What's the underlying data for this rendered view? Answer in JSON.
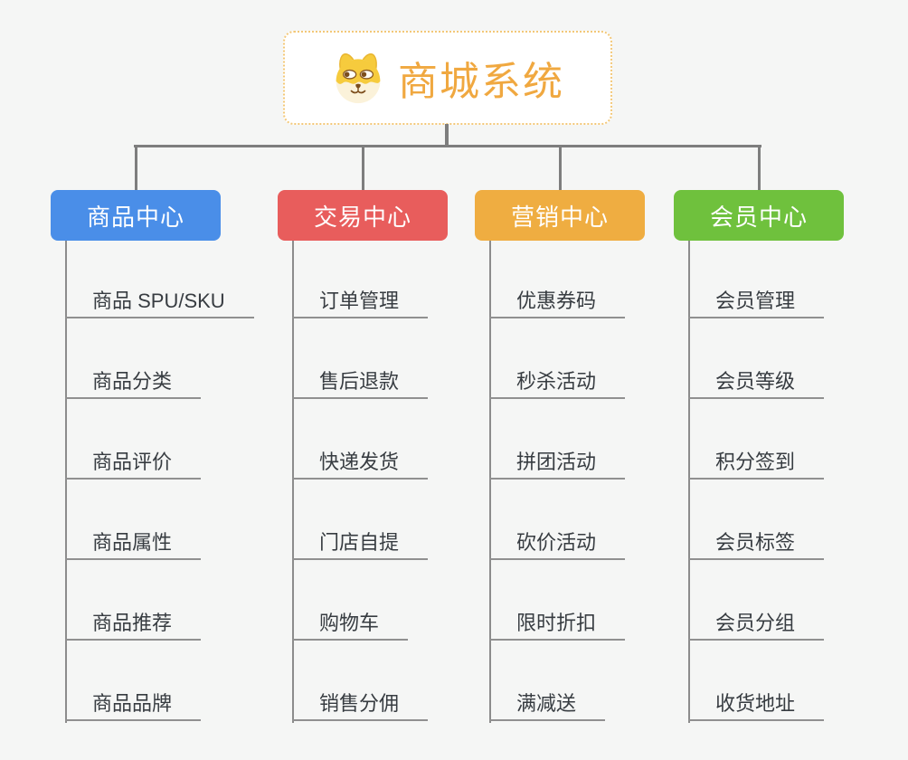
{
  "root": {
    "title": "商城系统",
    "icon": "dog-face-icon"
  },
  "branches": [
    {
      "label": "商品中心",
      "color": "#4A8EE8",
      "items": [
        "商品 SPU/SKU",
        "商品分类",
        "商品评价",
        "商品属性",
        "商品推荐",
        "商品品牌"
      ]
    },
    {
      "label": "交易中心",
      "color": "#E85D5C",
      "items": [
        "订单管理",
        "售后退款",
        "快递发货",
        "门店自提",
        "购物车",
        "销售分佣"
      ]
    },
    {
      "label": "营销中心",
      "color": "#EFAD41",
      "items": [
        "优惠券码",
        "秒杀活动",
        "拼团活动",
        "砍价活动",
        "限时折扣",
        "满减送"
      ]
    },
    {
      "label": "会员中心",
      "color": "#6FC13D",
      "items": [
        "会员管理",
        "会员等级",
        "积分签到",
        "会员标签",
        "会员分组",
        "收货地址"
      ]
    }
  ],
  "colors": {
    "background": "#F5F6F5",
    "connector_line": "#7E7E7E",
    "item_underline": "#909090",
    "item_text": "#373C41",
    "root_border_dotted": "#F3C878",
    "root_title": "#F0A840",
    "branch_product_blue": "#4A8EE8",
    "branch_trade_red": "#E85D5C",
    "branch_marketing_orange": "#EFAD41",
    "branch_member_green": "#6FC13D"
  }
}
